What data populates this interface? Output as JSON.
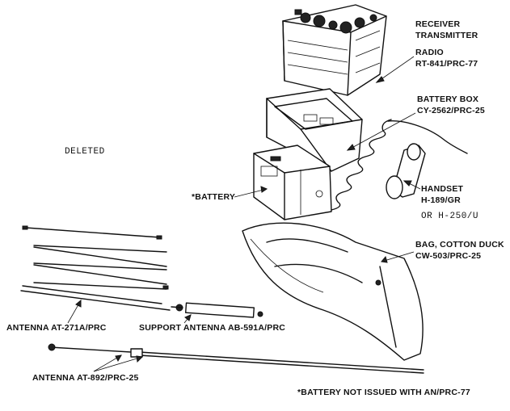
{
  "labels": {
    "radio": [
      "RECEIVER",
      "TRANSMITTER",
      "RADIO",
      "RT-841/PRC-77"
    ],
    "battery_box": [
      "BATTERY BOX",
      "CY-2562/PRC-25"
    ],
    "deleted": "DELETED",
    "battery": "*BATTERY",
    "handset": [
      "HANDSET",
      "H-189/GR"
    ],
    "handset_alt": "OR H-250/U",
    "bag": [
      "BAG, COTTON DUCK",
      "CW-503/PRC-25"
    ],
    "antenna_271": "ANTENNA AT-271A/PRC",
    "support_antenna": "SUPPORT ANTENNA AB-591A/PRC",
    "antenna_892": "ANTENNA AT-892/PRC-25",
    "footnote": "*BATTERY NOT ISSUED WITH AN/PRC-77"
  }
}
